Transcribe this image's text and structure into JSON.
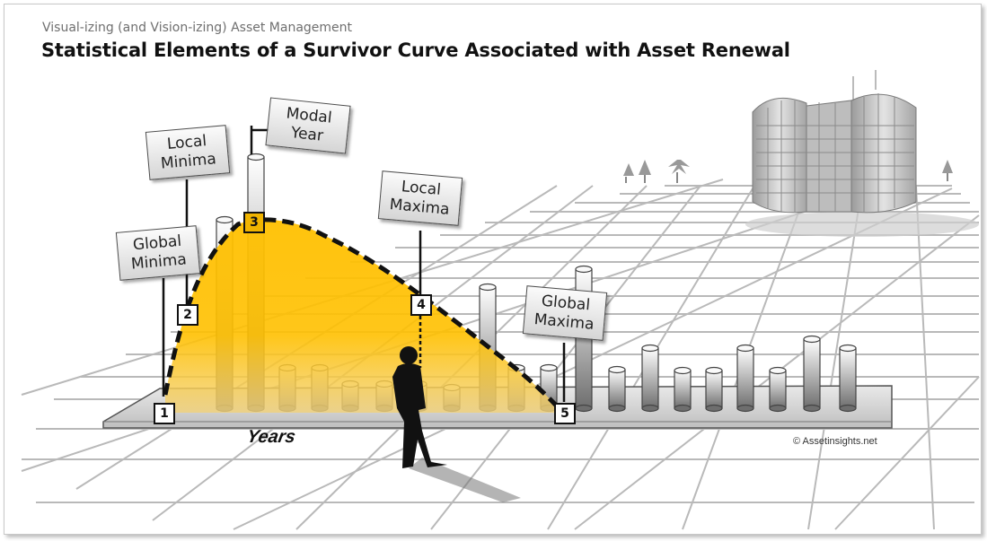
{
  "header": {
    "subtitle": "Visual-izing (and Vision-izing) Asset Management",
    "title": "Statistical Elements of a Survivor Curve Associated with Asset Renewal"
  },
  "signs": {
    "local_minima": "Local\nMinima",
    "modal_year": "Modal\nYear",
    "global_minima": "Global\nMinima",
    "local_maxima": "Local\nMaxima",
    "global_maxima": "Global\nMaxima"
  },
  "markers": [
    "1",
    "2",
    "3",
    "4",
    "5"
  ],
  "axis_label": "Years",
  "credit": "© Assetinsights.net",
  "colors": {
    "curve_fill": "#ffc000",
    "curve_line": "#111111",
    "highlight": "#f0b400",
    "grid": "#bdbdbd"
  }
}
